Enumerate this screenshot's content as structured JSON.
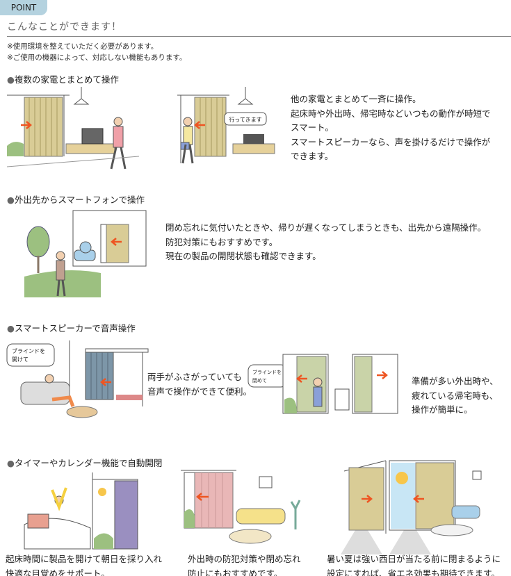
{
  "point_label": "POINT",
  "lead": "こんなことができます！",
  "notes": [
    "※使用環境を整えていただく必要があります。",
    "※ご使用の機器によって、対応しない機能もあります。"
  ],
  "sections": [
    {
      "heading": "複数の家電とまとめて操作",
      "bubble": "行ってきます",
      "text": [
        "他の家電とまとめて一斉に操作。",
        "起床時や外出時、帰宅時などいつもの動作が時短で",
        "スマート。",
        "スマートスピーカーなら、声を掛けるだけで操作が",
        "できます。"
      ]
    },
    {
      "heading": "外出先からスマートフォンで操作",
      "text": [
        "閉め忘れに気付いたときや、帰りが遅くなってしまうときも、出先から遠隔操作。",
        "防犯対策にもおすすめです。",
        "現在の製品の開閉状態も確認できます。"
      ]
    },
    {
      "heading": "スマートスピーカーで音声操作",
      "bubble1": [
        "ブラインドを",
        "開けて"
      ],
      "text1": [
        "両手がふさがっていても",
        "音声で操作ができて便利。"
      ],
      "bubble2": [
        "ブラインドを",
        "閉めて"
      ],
      "text2": [
        "準備が多い外出時や、",
        "疲れている帰宅時も、",
        "操作が簡単に。"
      ]
    },
    {
      "heading": "タイマーやカレンダー機能で自動開閉",
      "captions": [
        [
          "起床時間に製品を開けて朝日を採り入れ",
          "快適な目覚めをサポート。"
        ],
        [
          "外出時の防犯対策や閉め忘れ",
          "防止にもおすすめです。"
        ],
        [
          "暑い夏は強い西日が当たる前に閉まるように",
          "設定にすれば、省エネ効果も期待できます。"
        ]
      ]
    }
  ],
  "colors": {
    "tab": "#b4d2df",
    "arrow": "#ee5522",
    "blind_beige": "#d9cc96",
    "blind_blue": "#7d96a8",
    "blind_pink": "#e9b7b7",
    "blind_purple": "#9a8fc0",
    "blind_green": "#c9d3a8"
  }
}
